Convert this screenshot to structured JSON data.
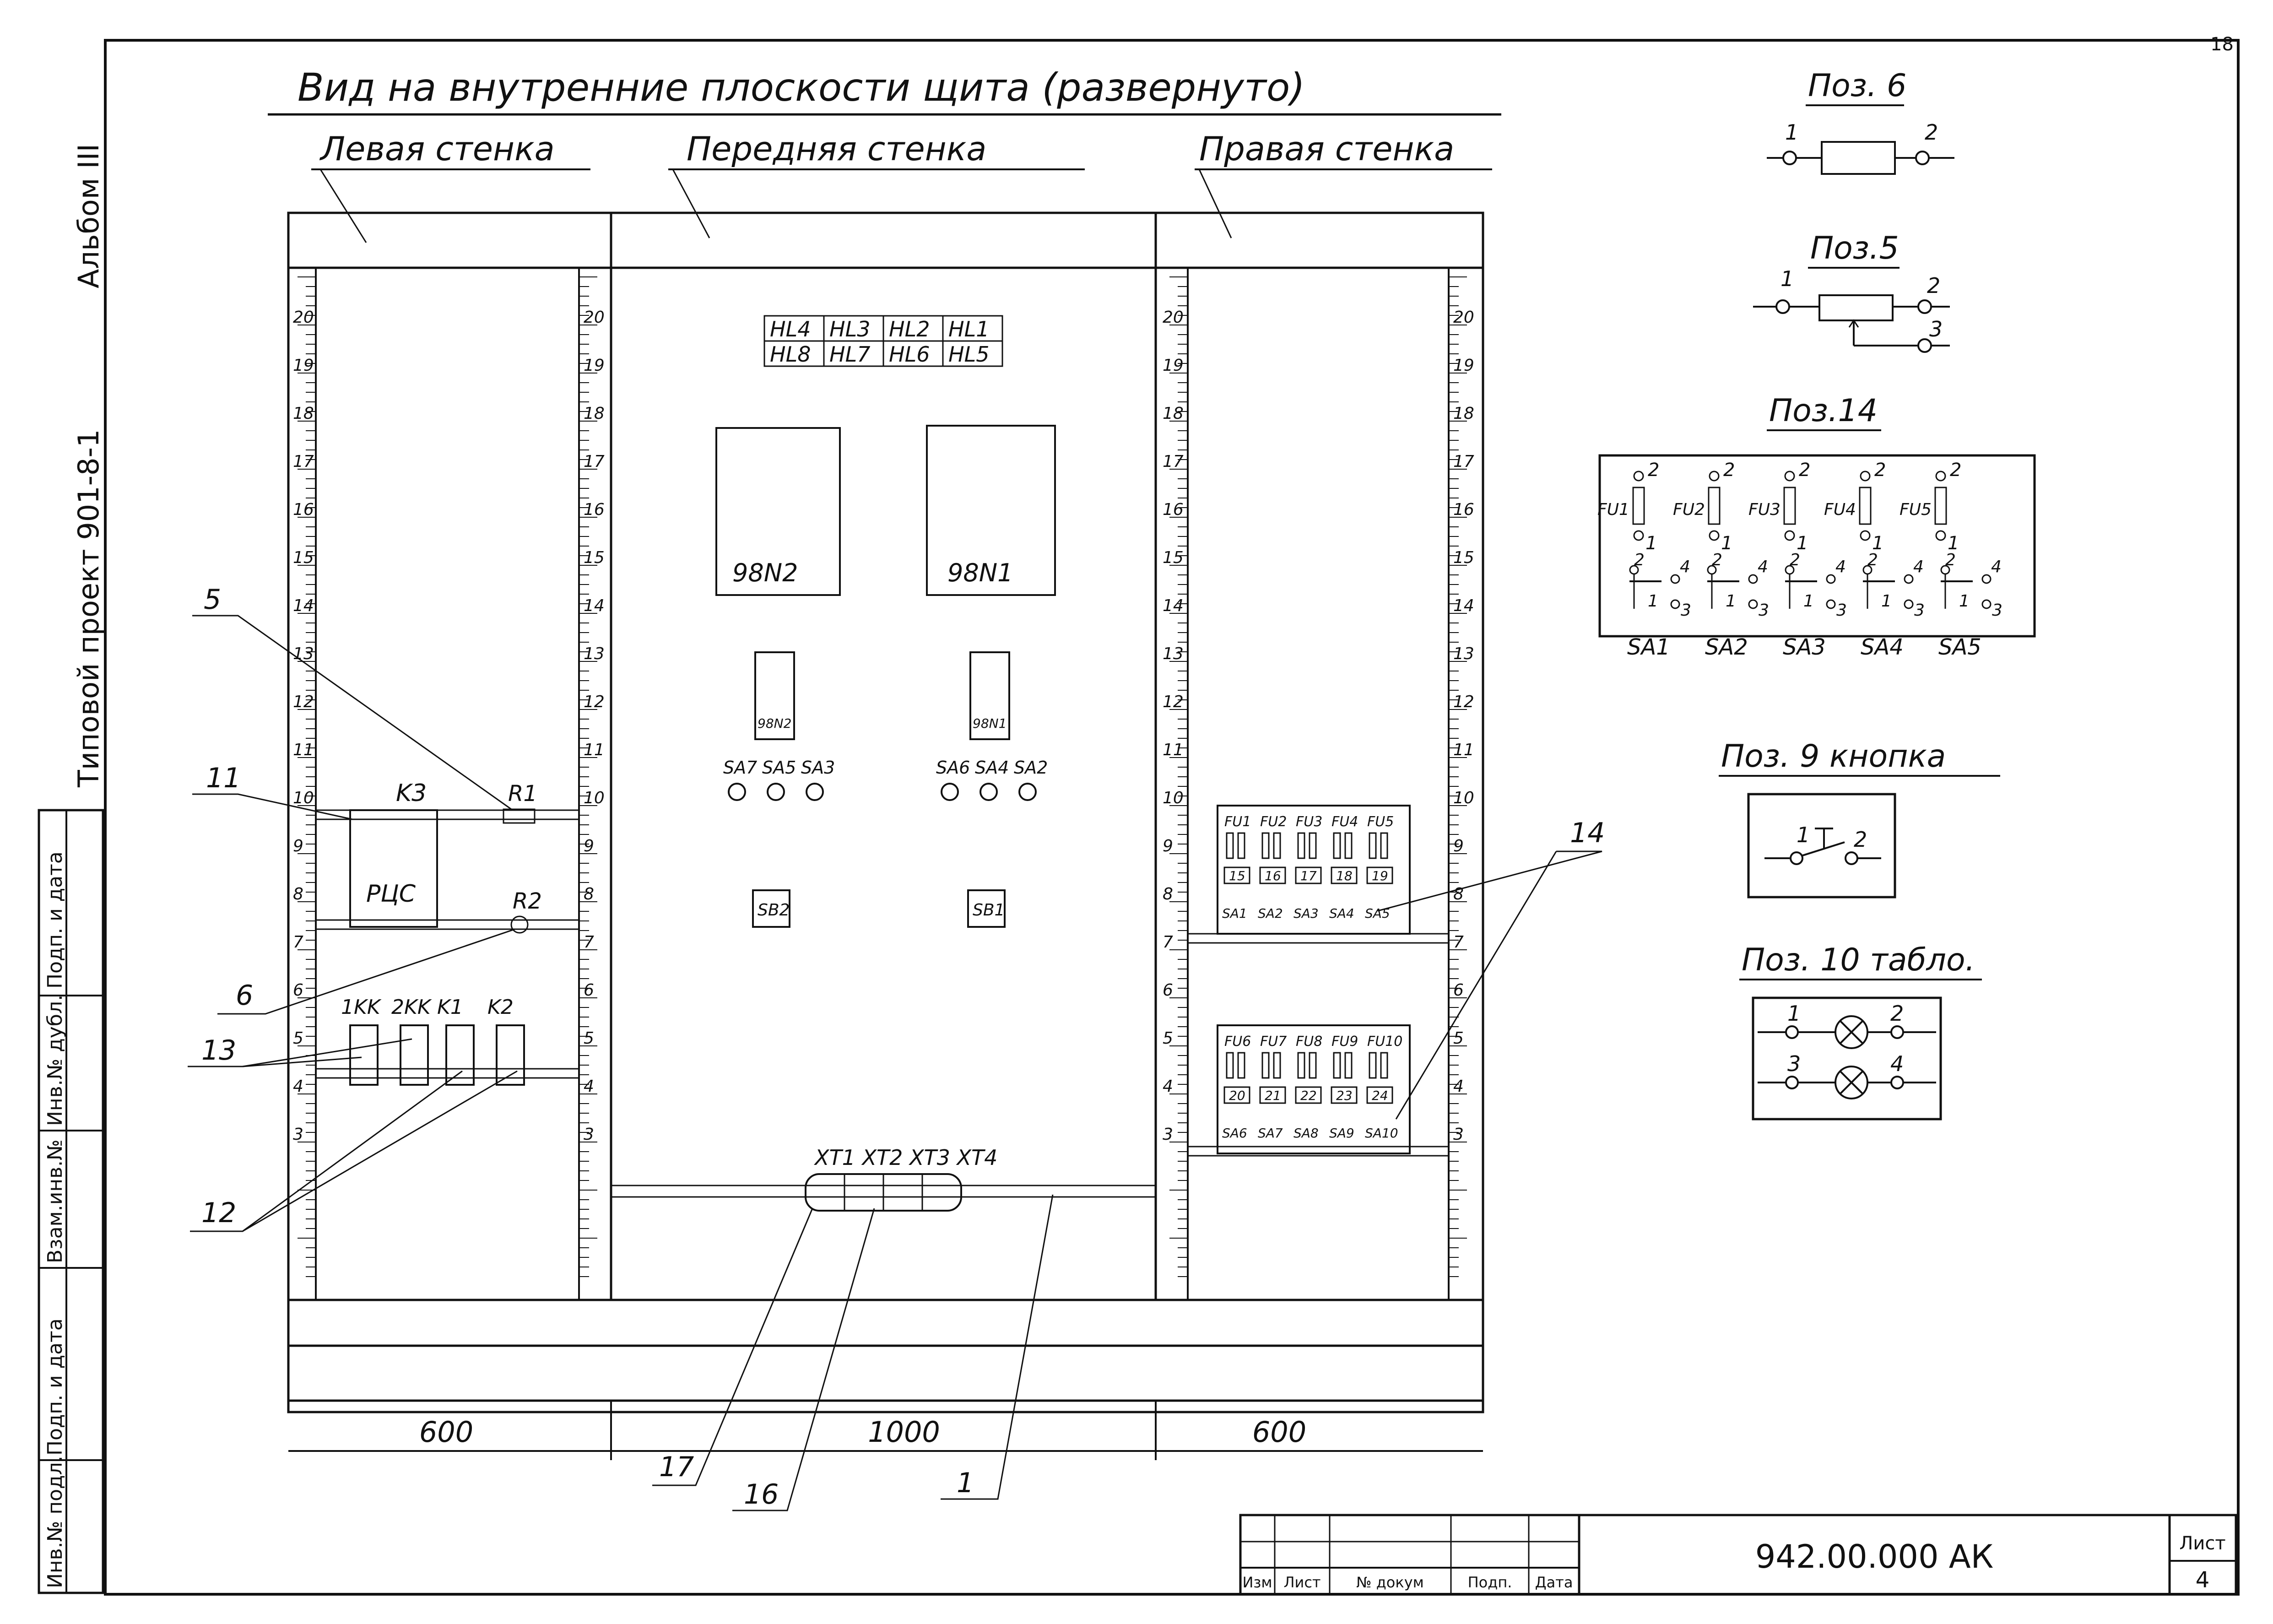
{
  "page_number": "18",
  "side_labels": {
    "album": "Альбом III",
    "project": "Типовой проект 901-8-1",
    "stamps": [
      "Подп. и дата",
      "Инв.№ дубл.",
      "Взам.инв.№",
      "Подп. и дата",
      "Инв.№ подл."
    ]
  },
  "title": "Вид на внутренние плоскости щита (развернуто)",
  "walls": {
    "left": "Левая стенка",
    "front": "Передняя стенка",
    "right": "Правая стенка"
  },
  "ruler_ticks": [
    "20",
    "19",
    "18",
    "17",
    "16",
    "15",
    "14",
    "13",
    "12",
    "11",
    "10",
    "9",
    "8",
    "7",
    "6",
    "5",
    "4",
    "3"
  ],
  "front": {
    "hl_grid": [
      [
        "HL4",
        "HL3",
        "HL2",
        "HL1"
      ],
      [
        "HL8",
        "HL7",
        "HL6",
        "HL5"
      ]
    ],
    "meters": [
      "98N2",
      "98N1"
    ],
    "small_meters": [
      "98N2",
      "98N1"
    ],
    "switches_left": [
      "SA7",
      "SA5",
      "SA3"
    ],
    "switches_right": [
      "SA6",
      "SA4",
      "SA2"
    ],
    "buttons": [
      "SB2",
      "SB1"
    ],
    "terminals": "XT1 XT2 XT3 XT4"
  },
  "left": {
    "k3": "K3",
    "ruc": "РЦС",
    "r1": "R1",
    "r2": "R2",
    "relays": [
      "1KK",
      "2KK",
      "K1",
      "K2"
    ]
  },
  "right": {
    "fu_top": [
      "FU1",
      "FU2",
      "FU3",
      "FU4",
      "FU5"
    ],
    "num_top": [
      "15",
      "16",
      "17",
      "18",
      "19"
    ],
    "sa_top": [
      "SA1",
      "SA2",
      "SA3",
      "SA4",
      "SA5"
    ],
    "fu_bot": [
      "FU6",
      "FU7",
      "FU8",
      "FU9",
      "FU10"
    ],
    "num_bot": [
      "20",
      "21",
      "22",
      "23",
      "24"
    ],
    "sa_bot": [
      "SA6",
      "SA7",
      "SA8",
      "SA9",
      "SA10"
    ]
  },
  "callouts": [
    "5",
    "11",
    "6",
    "13",
    "12",
    "17",
    "16",
    "1",
    "14"
  ],
  "dims": [
    "600",
    "1000",
    "600"
  ],
  "poz6": {
    "title": "Поз. 6",
    "pins": [
      "1",
      "2"
    ]
  },
  "poz5": {
    "title": "Поз.5",
    "pins": [
      "1",
      "2",
      "3"
    ]
  },
  "poz14": {
    "title": "Поз.14",
    "fu": [
      "FU1",
      "FU2",
      "FU3",
      "FU4",
      "FU5"
    ],
    "sa": [
      "SA1",
      "SA2",
      "SA3",
      "SA4",
      "SA5"
    ]
  },
  "poz9": {
    "title": "Поз. 9 кнопка",
    "pins": [
      "1",
      "2"
    ]
  },
  "poz10": {
    "title": "Поз. 10 табло.",
    "pins": [
      "1",
      "2",
      "3",
      "4"
    ]
  },
  "stamp": {
    "cols": [
      "Изм",
      "Лист",
      "№ докум",
      "Подп.",
      "Дата"
    ],
    "code": "942.00.000 АК",
    "sheet_label": "Лист",
    "sheet": "4"
  }
}
